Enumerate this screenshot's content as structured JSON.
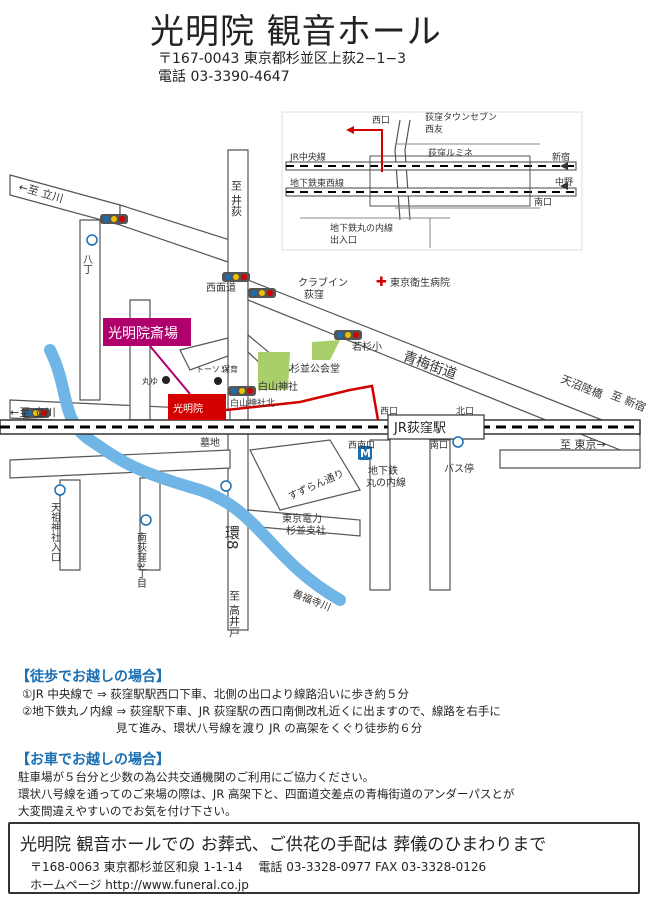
{
  "header": {
    "title": "光明院 観音ホール",
    "address": "〒167-0043 東京都杉並区上荻2−1−3",
    "tel": "電話 03-3390-4647"
  },
  "map": {
    "inset": {
      "nishiguchi": "西口",
      "seven": "荻窪タウンセブン",
      "seiyu": "西友",
      "lumine": "荻窪ルミネ",
      "jr_line": "JR中央線",
      "tozai": "地下鉄東西線",
      "shinjuku": "新宿",
      "nakano": "中野",
      "minamiguchi": "南口",
      "marunouchi_exit": "地下鉄丸の内線",
      "marunouchi_exit2": "出入口"
    },
    "roads": {
      "tachikawa_top": "←至 立川",
      "igusa": "至 井荻",
      "nishimen": "西面道",
      "hacchome": "八丁",
      "ome_kaido": "青梅街道",
      "amanuma": "天沼陸橋",
      "to_shinjuku": "至 新宿",
      "tachikawa_mid": "←至 立川",
      "to_tokyo": "至 東京→",
      "suzuran": "すずらん通り",
      "kan8": "環8",
      "takaido": "至 高井戸",
      "zenpukuji": "善福寺川",
      "tenso": "天祖神社入口",
      "minami_ogikubo": "南荻窪3丁目"
    },
    "places": {
      "crossing_clover": "クラブイン",
      "crossing_clover2": "荻窪",
      "hospital": "東京衛生病院",
      "wakasugi": "若杉小",
      "kokaido": "杉並公会堂",
      "hakusan": "白山神社",
      "hakusan_kita": "白山神社北",
      "komyoin_saijo": "光明院斎場",
      "komyoin": "光明院",
      "maruyu": "丸ゆ",
      "toson": "トーソン",
      "hoiku": "保育",
      "bochi": "墓地",
      "nishiguchi": "西口",
      "kitaguchi": "北口",
      "jr_station": "JR荻窪駅",
      "nishi_minamiguchi": "西南口",
      "minamiguchi": "南口",
      "subway": "地下鉄",
      "subway2": "丸の内線",
      "bus": "バス停",
      "tepco": "東京電力",
      "tepco2": "杉並支社"
    }
  },
  "walk": {
    "heading": "【徒歩でお越しの場合】",
    "line1": "①JR 中央線で ⇒ 荻窪駅駅西口下車、北側の出口より線路沿いに歩き約５分",
    "line2": "②地下鉄丸ノ内線 ⇒ 荻窪駅下車、JR 荻窪駅の西口南側改札近くに出ますので、線路を右手に",
    "line3": "見て進み、環状八号線を渡り JR の高架をくぐり徒歩約６分"
  },
  "car": {
    "heading": "【お車でお越しの場合】",
    "line1": "駐車場が５台分と少数の為公共交通機関のご利用にご協力ください。",
    "line2": "環状八号線を通ってのご来場の際は、JR 高架下と、四面道交差点の青梅街道のアンダーパスとが",
    "line3": "大変間違えやすいのでお気を付け下さい。"
  },
  "footer": {
    "title": "光明院 観音ホールでの お葬式、ご供花の手配は 葬儀のひまわりまで",
    "address": "〒168-0063 東京都杉並区和泉 1-1-14　 電話 03-3328-0977 FAX 03-3328-0126",
    "web": "ホームページ http://www.funeral.co.jp"
  },
  "colors": {
    "accent_red": "#d40000",
    "accent_magenta": "#b0006e",
    "river": "#6fb6e6",
    "park": "#a9cf6a",
    "heading_blue": "#1a6fb3"
  }
}
